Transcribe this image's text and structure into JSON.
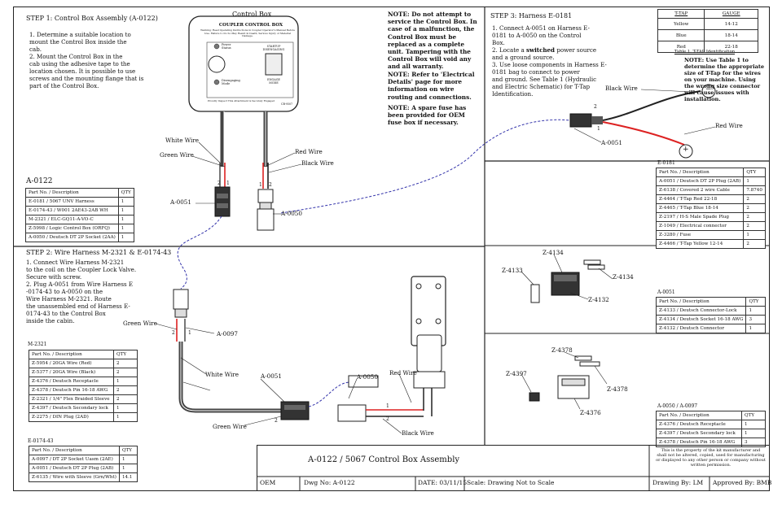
{
  "step1": {
    "title": "STEP 1: Control Box Assembly (A-0122)",
    "text": "1. Determine a suitable location to\n   mount the Control Box inside the\n   cab.\n2. Mount the Control Box in the\n   cab using the adhesive tape to the\n   location chosen. It is possible to use\n   screws and the mounting flange that is\n   part of the Control Box."
  },
  "control_box": {
    "label": "Control Box",
    "panel_title": "COUPLER CONTROL BOX",
    "warning": "Warning: Read Operating Instructions in Coupler Operator's Manual Before Use. Failure to Do So May Result in Death, Serious Injury or Material Damage.",
    "power_label": "Power\nStatus",
    "disengaging_label": "Disengaging\nMode",
    "switch_top": "STARTUP\nDISENGAGING",
    "switch_bottom": "ENGAGE\nMODE",
    "footer": "Proudly Inspect This Attachment is Securely Engaged",
    "code": "CB-9507"
  },
  "notes": {
    "n1": "NOTE: Do not attempt to service the Control Box. In case of a malfunction, the Control Box must be replaced as a complete unit. Tampering with the Control Box will void any and all warranty.",
    "n2": "NOTE: Refer to 'Electrical Details' page for more information on wire routing and connections.",
    "n3": "NOTE: A spare fuse has been provided for OEM fuse box if necessary."
  },
  "step3": {
    "title": "STEP 3: Harness E-0181",
    "text_1": "1. Connect A-0051 on Harness E-\n   0181 to A-0050 on the Control\n   Box.\n2. Locate a ",
    "text_switched": "switched",
    "text_2": " power source\n   and a ground source.\n3. Use loose components in Harness E-\n   0181 bag to connect to power\n   and ground. See Table 1 (Hydraulic\n   and Electric Schematic) for T-Tap\n   Identification."
  },
  "ttap_table": {
    "headers": [
      "T-TAP",
      "GAUGE"
    ],
    "rows": [
      [
        "Yellow",
        "14-12"
      ],
      [
        "Blue",
        "18-14"
      ],
      [
        "Red",
        "22-18"
      ]
    ],
    "caption": "Table 1. T-TAP Identification"
  },
  "ttap_note": "NOTE: Use Table 1 to determine the appropriate size of T-Tap for the wires on your machine. Using the wrong size connector will cause issues with installation.",
  "wire_labels": {
    "white1": "White Wire",
    "green1": "Green Wire",
    "red1": "Red Wire",
    "black1": "Black Wire",
    "a0051_top": "A-0051",
    "a0050_top": "A-0050",
    "black_step3": "Black Wire",
    "red_step3": "Red Wire",
    "a0051_step3": "A-0051",
    "green2": "Green Wire",
    "a0097": "A-0097",
    "white2": "White Wire",
    "a0051_mid": "A-0051",
    "a0050_mid": "A-0050",
    "red2": "Red Wire",
    "green3": "Green Wire",
    "black2": "Black Wire",
    "pin1": "1",
    "pin2": "2",
    "minus": "−",
    "plus": "+"
  },
  "a0122": {
    "title": "A-0122",
    "headers": [
      "Part No. / Description",
      "QTY"
    ],
    "rows": [
      [
        "E-0181 / 5067 UNV Harness",
        "1"
      ],
      [
        "E-0174-43 / W001 2AE43-2AB WH",
        "1"
      ],
      [
        "M-2321 / ELC-GQ11-A-VO-C",
        "1"
      ],
      [
        "Z-5998 / Logic Control Box (ORFQ)",
        "1"
      ],
      [
        "A-0050 / Deutsch DT 2P Socket (2AA)",
        "1"
      ]
    ]
  },
  "step2": {
    "title": "STEP 2: Wire Harness M-2321 & E-0174-43",
    "text": "1. Connect Wire Harness M-2321\n   to the coil on the Coupler Lock Valve.\n   Secure with screw.\n2. Plug A-0051 from Wire Harness E\n   -0174-43 to A-0050 on the\n   Wire Harness M-2321. Route\n   the unassembled end of Harness E-\n   0174-43 to the Control Box\n   inside the cabin."
  },
  "m2321": {
    "title": "M-2321",
    "headers": [
      "Part No. / Description",
      "QTY"
    ],
    "rows": [
      [
        "Z-5954 / 20GA Wire (Red)",
        "2"
      ],
      [
        "Z-5377 / 20GA Wire (Black)",
        "2"
      ],
      [
        "Z-4376 / Deutsch Receptacle",
        "1"
      ],
      [
        "Z-4378 / Deutsch Pin 16-18 AWG",
        "2"
      ],
      [
        "Z-2321 / 1/4\" Flex Braided Sleeve",
        "2"
      ],
      [
        "Z-4397 / Deutsch Secondary lock",
        "1"
      ],
      [
        "Z-2275 / DIN Plug (2AD)",
        "1"
      ]
    ]
  },
  "e0174": {
    "title": "E-0174-43",
    "headers": [
      "Part No. / Description",
      "QTY"
    ],
    "rows": [
      [
        "A-0097 / DT 2P Socket Uasm (2AE)",
        "1"
      ],
      [
        "A-0051 / Deutsch DT 2P Plug (2AB)",
        "1"
      ],
      [
        "Z-6135 / Wire with Sleeve (Grn/Wht)",
        "14.1"
      ]
    ]
  },
  "e0181": {
    "title": "E-0181",
    "headers": [
      "Part No. / Description",
      "QTY"
    ],
    "rows": [
      [
        "A-0051 / Deutsch DT 2P Plug (2AB)",
        "1"
      ],
      [
        "Z-6138 / Covered 2 wire Cable",
        "7.8740"
      ],
      [
        "Z-4464 / T-Tap Red 22-18",
        "2"
      ],
      [
        "Z-4465 / T-Tap Blue 18-14",
        "2"
      ],
      [
        "Z-2197 / H-S Male Spade Plug",
        "2"
      ],
      [
        "Z-1049 / Electrical connector",
        "2"
      ],
      [
        "Z-3280 / Fuse",
        "1"
      ],
      [
        "Z-4466 / T-Tap Yellow 12-14",
        "2"
      ]
    ]
  },
  "a0051_tbl": {
    "title": "A-0051",
    "headers": [
      "Part No. / Description",
      "QTY"
    ],
    "rows": [
      [
        "Z-4133 / Deutsch Connector-Lock",
        "1"
      ],
      [
        "Z-4134 / Deutsch Socket 16-18 AWG",
        "3"
      ],
      [
        "Z-4132 / Deutsch Connector",
        "1"
      ]
    ]
  },
  "a0050_tbl": {
    "title": "A-0050 / A-0097",
    "headers": [
      "Part No. / Description",
      "QTY"
    ],
    "rows": [
      [
        "Z-4376 / Deutsch Receptacle",
        "1"
      ],
      [
        "Z-4397 / Deutsch Secondary lock",
        "1"
      ],
      [
        "Z-4378 / Deutsch Pin 16-18 AWG",
        "3"
      ]
    ]
  },
  "parts_labels": {
    "z4134a": "Z-4134",
    "z4134b": "Z-4134",
    "z4133": "Z-4133",
    "z4132": "Z-4132",
    "z4378a": "Z-4378",
    "z4378b": "Z-4378",
    "z4397": "Z-4397",
    "z4376": "Z-4376"
  },
  "title_block": {
    "title": "A-0122 / 5067 Control Box Assembly",
    "property": "This is the property of the kit manufacturer and shall not be altered, copied, used for manufacturing or displayed to any other person or company without written permission.",
    "oem": "OEM",
    "dwg": "Dwg No:  A-0122",
    "date": "DATE: 03/11/15",
    "scale": "Scale: Drawing Not to Scale",
    "drawn": "Drawing By: LM",
    "approved": "Approved By: BMB"
  }
}
